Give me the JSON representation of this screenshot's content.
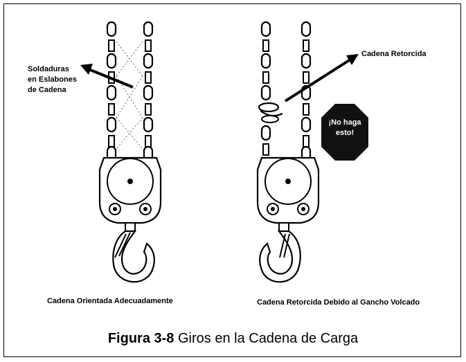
{
  "labels": {
    "welds_line1": "Soldaduras",
    "welds_line2": "en Eslabones",
    "welds_line3": "de Cadena",
    "twisted_chain": "Cadena Retorcida",
    "warning_line1": "¡No haga",
    "warning_line2": "esto!",
    "caption_left": "Cadena Orientada Adecuadamente",
    "caption_right": "Cadena Retorcida Debido al Gancho Volcado"
  },
  "figure": {
    "number": "Figura 3-8",
    "title": " Giros en la Cadena de Carga"
  },
  "colors": {
    "ink": "#000000",
    "stop_sign": "#111111",
    "paper": "#ffffff"
  },
  "icons": [
    "chain-hoist-correct-illustration",
    "chain-hoist-twisted-illustration",
    "stop-sign-icon",
    "arrow-icon"
  ]
}
